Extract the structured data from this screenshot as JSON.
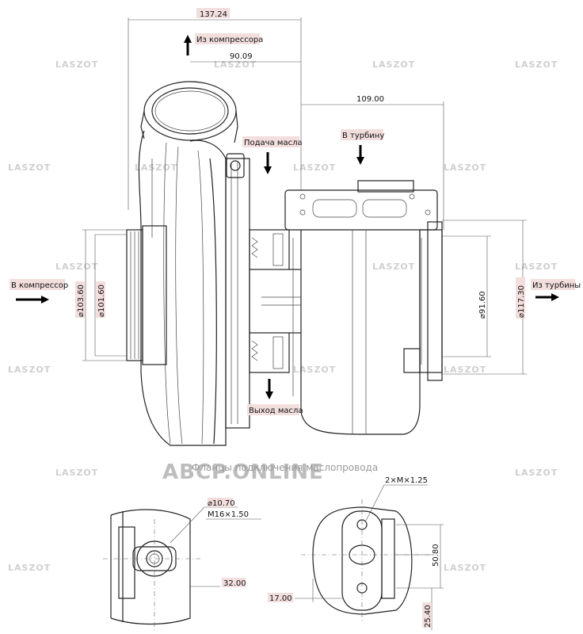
{
  "labels": {
    "from_compressor": "Из компрессора",
    "to_compressor": "В компрессор",
    "oil_supply": "Подача масла",
    "to_turbine": "В турбину",
    "from_turbine": "Из турбины",
    "oil_outlet": "Выход масла",
    "oil_lines_caption": "Фланцы подключения маслопровода"
  },
  "dimensions": {
    "d_137_24": "137.24",
    "d_90_09": "90.09",
    "d_109_00": "109.00",
    "d_103_60": "⌀103.60",
    "d_101_60": "⌀101.60",
    "d_91_60": "⌀91.60",
    "d_117_30": "⌀117.30",
    "d_10_70": "⌀10.70",
    "d_m16": "M16×1.50",
    "d_32_00": "32.00",
    "d_17_00": "17.00",
    "d_2xm": "2×M×1.25",
    "d_50_80": "50.80",
    "d_25_40": "25.40"
  },
  "watermark": {
    "brand": "LASZOT",
    "site": "ABCP.ONLINE"
  }
}
